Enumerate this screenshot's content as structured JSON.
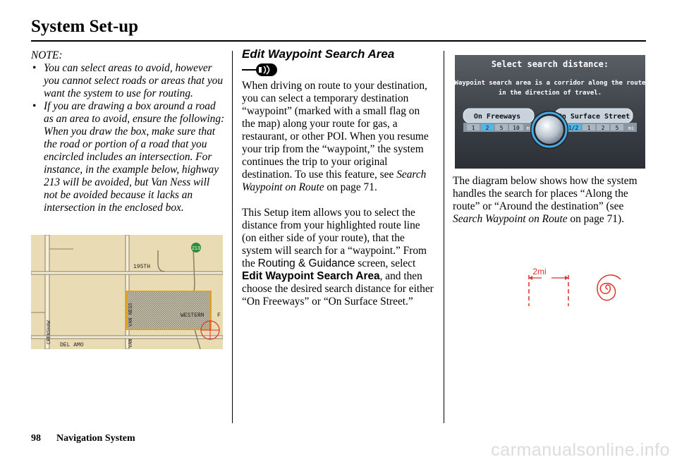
{
  "page": {
    "title": "System Set-up",
    "page_number": "98",
    "footer_text": "Navigation System",
    "watermark": "carmanualsonline.info"
  },
  "note": {
    "heading": "NOTE:",
    "items": [
      "You can select areas to avoid, however you cannot select roads or areas that you want the system to use for routing.",
      "If you are drawing a box around a road as an area to avoid, ensure the following: When you draw the box, make sure that the road or portion of a road that you encircled includes an intersection. For instance, in the example below, highway 213 will be avoided, but Van Ness will not be avoided because it lacks an intersection in the enclosed box."
    ]
  },
  "map": {
    "labels": {
      "hwy": "213",
      "street_195": "195TH",
      "western": "WESTERN",
      "f": "F",
      "crenshaw": "CRENSHAW",
      "van_ness": "VAN NESS",
      "van": "VAN",
      "del_amo": "DEL AMO"
    }
  },
  "section": {
    "heading": "Edit Waypoint Search Area",
    "p1_text": "When driving on route to your destination, you can select a temporary destination “waypoint” (marked with a small flag on the map) along your route for gas, a restaurant, or other POI. When you resume your trip from the “waypoint,” the system continues the trip to your original destination. To use this feature, see ",
    "p1_italic": "Search Waypoint on Route",
    "p1_tail": " on page 71.",
    "p2_a": "This Setup item allows you to select the distance from your highlighted route line (on either side of your route), that the system will search for a “waypoint.” From the ",
    "p2_menu": "Routing & Guidance",
    "p2_b": " screen, select ",
    "p2_item": "Edit Waypoint Search Area",
    "p2_c": ", and then choose the desired search distance for either “On Freeways” or “On Surface Street.”"
  },
  "screen": {
    "title": "Select search distance:",
    "line1": "Waypoint search area is a corridor along the route",
    "line2": "in the direction of travel.",
    "freeways_label": "On Freeways",
    "surface_label": "On Surface Street",
    "freeway_options": [
      "1",
      "2",
      "5",
      "10"
    ],
    "freeway_selected": "2",
    "surface_options": [
      "1/2",
      "1",
      "2",
      "5"
    ],
    "surface_selected": "1/2",
    "unit": "mi"
  },
  "diagram": {
    "intro_a": "The diagram below shows how the system handles the search for places “Along the route” or “Around the destination” (see ",
    "intro_italic": "Search Waypoint on Route",
    "intro_tail": " on page 71).",
    "distance_label": "2mi",
    "accent": "#e0312b"
  }
}
